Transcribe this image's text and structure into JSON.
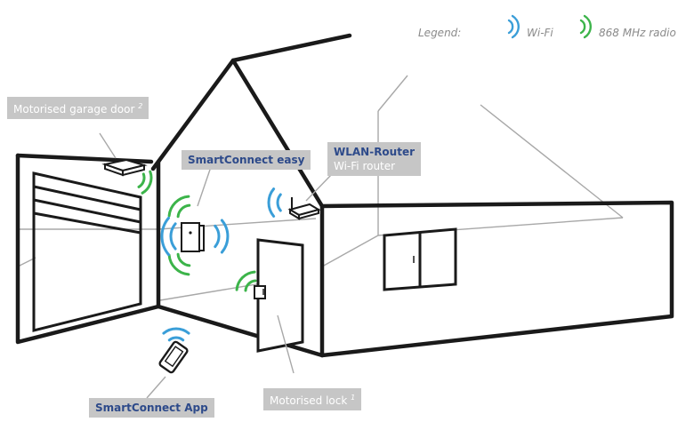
{
  "legend": {
    "title": "Legend:",
    "wifi_label": "Wi-Fi",
    "radio_label": "868 MHz radio"
  },
  "colors": {
    "wifi": "#3a9ed8",
    "radio": "#3cb44a",
    "callout_bg": "#c6c6c6",
    "callout_blue_text": "#2d4a8a",
    "outline": "#1a1a1a",
    "inner_line": "#a8a8a8"
  },
  "callouts": {
    "garage_door": {
      "label": "Motorised garage door",
      "note": "2"
    },
    "smartconnect_easy": {
      "label": "SmartConnect easy"
    },
    "router": {
      "label": "WLAN-Router",
      "sublabel": "Wi-Fi router"
    },
    "motorised_lock": {
      "label": "Motorised lock",
      "note": "1"
    },
    "app": {
      "label": "SmartConnect App"
    }
  }
}
